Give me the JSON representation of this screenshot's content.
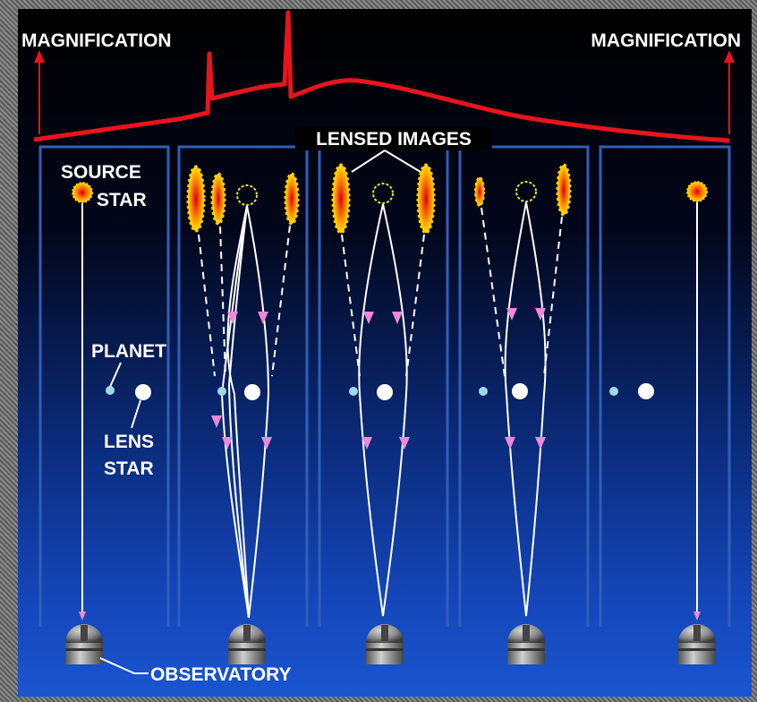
{
  "labels": {
    "magnification_left": "MAGNIFICATION",
    "magnification_right": "MAGNIFICATION",
    "lensed_images": "LENSED IMAGES",
    "source_line1": "SOURCE",
    "source_line2": "STAR",
    "planet": "PLANET",
    "lens_line1": "LENS",
    "lens_line2": "STAR",
    "observatory": "OBSERVATORY"
  },
  "colors": {
    "magnification_curve": "#e8141c",
    "panel_border": "#2f5fb8",
    "arrow_head": "#ee88d8",
    "planet": "#9fd8e8",
    "lens_star": "#ffffff",
    "ring": "#e8e820"
  },
  "panels": [
    {
      "name": "before-lensing",
      "images": 0
    },
    {
      "name": "approaching",
      "images": 3
    },
    {
      "name": "aligned",
      "images": 2
    },
    {
      "name": "departing",
      "images": 2
    },
    {
      "name": "after-lensing",
      "images": 0
    }
  ]
}
